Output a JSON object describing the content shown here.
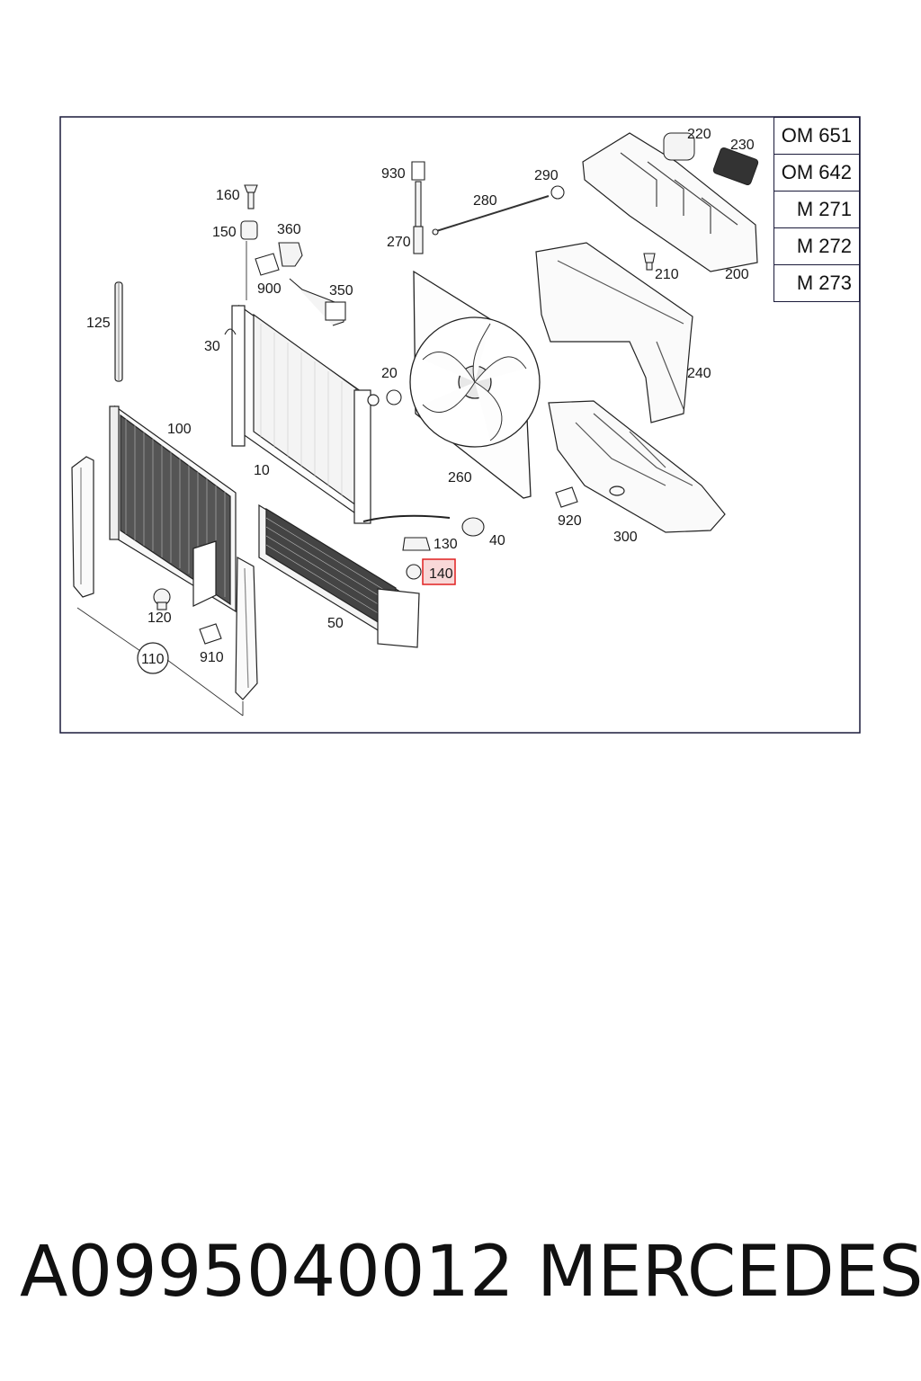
{
  "diagram": {
    "engine_variants": [
      "OM 651",
      "OM 642",
      "M 271",
      "M 272",
      "M 273"
    ],
    "callouts": {
      "c10": "10",
      "c20": "20",
      "c30": "30",
      "c40": "40",
      "c50": "50",
      "c100": "100",
      "c110": "110",
      "c120": "120",
      "c125": "125",
      "c130": "130",
      "c140": "140",
      "c150": "150",
      "c160": "160",
      "c200": "200",
      "c210": "210",
      "c220": "220",
      "c230": "230",
      "c240": "240",
      "c260": "260",
      "c270": "270",
      "c280": "280",
      "c290": "290",
      "c300": "300",
      "c350": "350",
      "c360": "360",
      "c900": "900",
      "c910": "910",
      "c920": "920",
      "c930": "930"
    },
    "highlighted_callout": "140",
    "highlight_color": "#e02020"
  },
  "footer": {
    "part_number": "A0995040012",
    "brand": "MERCEDES"
  }
}
